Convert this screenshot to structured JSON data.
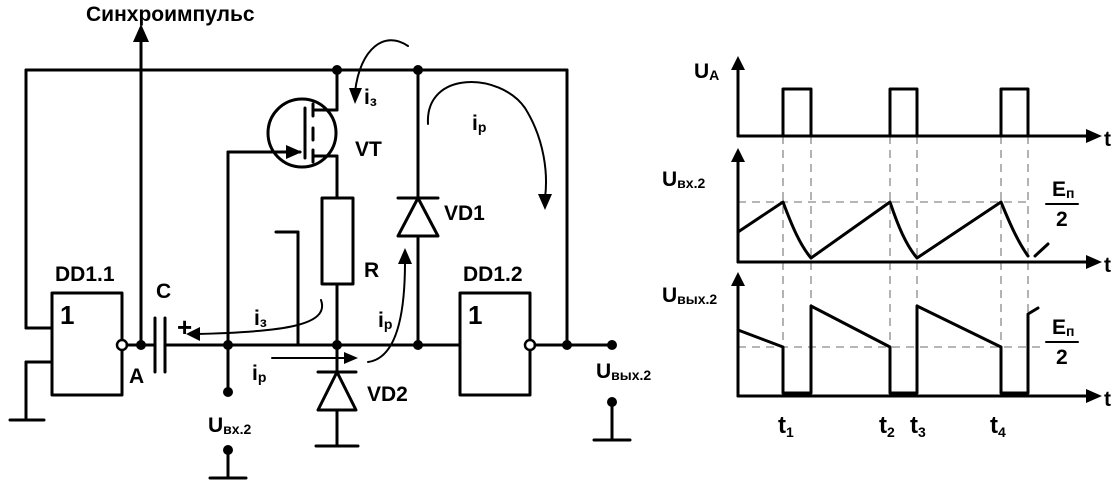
{
  "labels": {
    "sync": "Синхроимпульс",
    "dd11": "DD1.1",
    "dd12": "DD1.2",
    "gate_sym": "1",
    "cap": "C",
    "plus": "+",
    "node_a": "A",
    "vt": "VT",
    "r": "R",
    "vd1": "VD1",
    "vd2": "VD2",
    "i_letter": "i",
    "i3_sub": "з",
    "ip_sub": "p",
    "u_letter": "U",
    "uin_sub": "вх.2",
    "uout_sub": "вых.2"
  },
  "timing": {
    "ua_u": "U",
    "ua_sub": "A",
    "axis_t": "t",
    "uin_u": "U",
    "uin_sub": "вх.2",
    "uout_u": "U",
    "uout_sub": "вых.2",
    "half_num_e": "E",
    "half_num_sub": "п",
    "half_den": "2",
    "ticks": [
      {
        "t": "t",
        "sub": "1"
      },
      {
        "t": "t",
        "sub": "2"
      },
      {
        "t": "t",
        "sub": "3"
      },
      {
        "t": "t",
        "sub": "4"
      }
    ]
  }
}
